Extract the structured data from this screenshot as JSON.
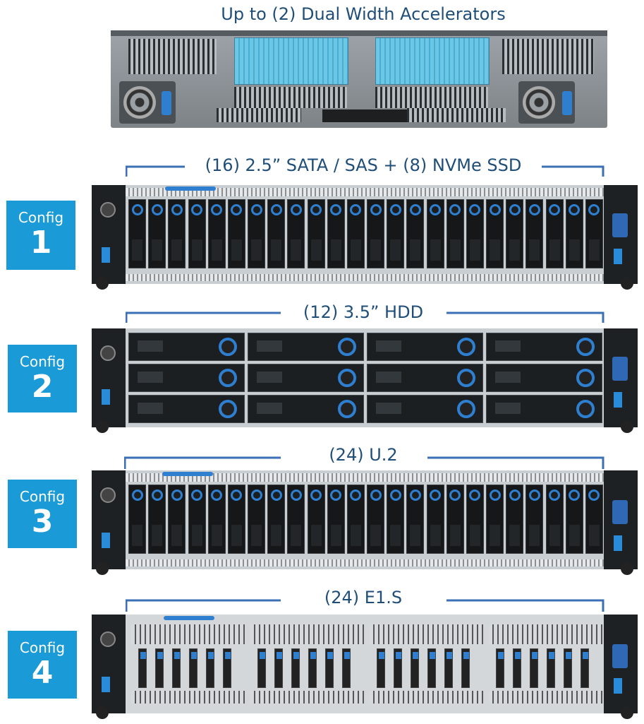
{
  "header": {
    "caption": "Up to (2) Dual Width Accelerators"
  },
  "configs": [
    {
      "label": "Config",
      "number": "1",
      "caption": "(16) 2.5” SATA / SAS + (8) NVMe SSD"
    },
    {
      "label": "Config",
      "number": "2",
      "caption": "(12) 3.5” HDD"
    },
    {
      "label": "Config",
      "number": "3",
      "caption": "(24) U.2"
    },
    {
      "label": "Config",
      "number": "4",
      "caption": "(24) E1.S"
    }
  ],
  "colors": {
    "badge": "#1a9ad6",
    "caption": "#1f4e79",
    "bracket": "#3b6fb6",
    "accent": "#2f7fd1"
  }
}
